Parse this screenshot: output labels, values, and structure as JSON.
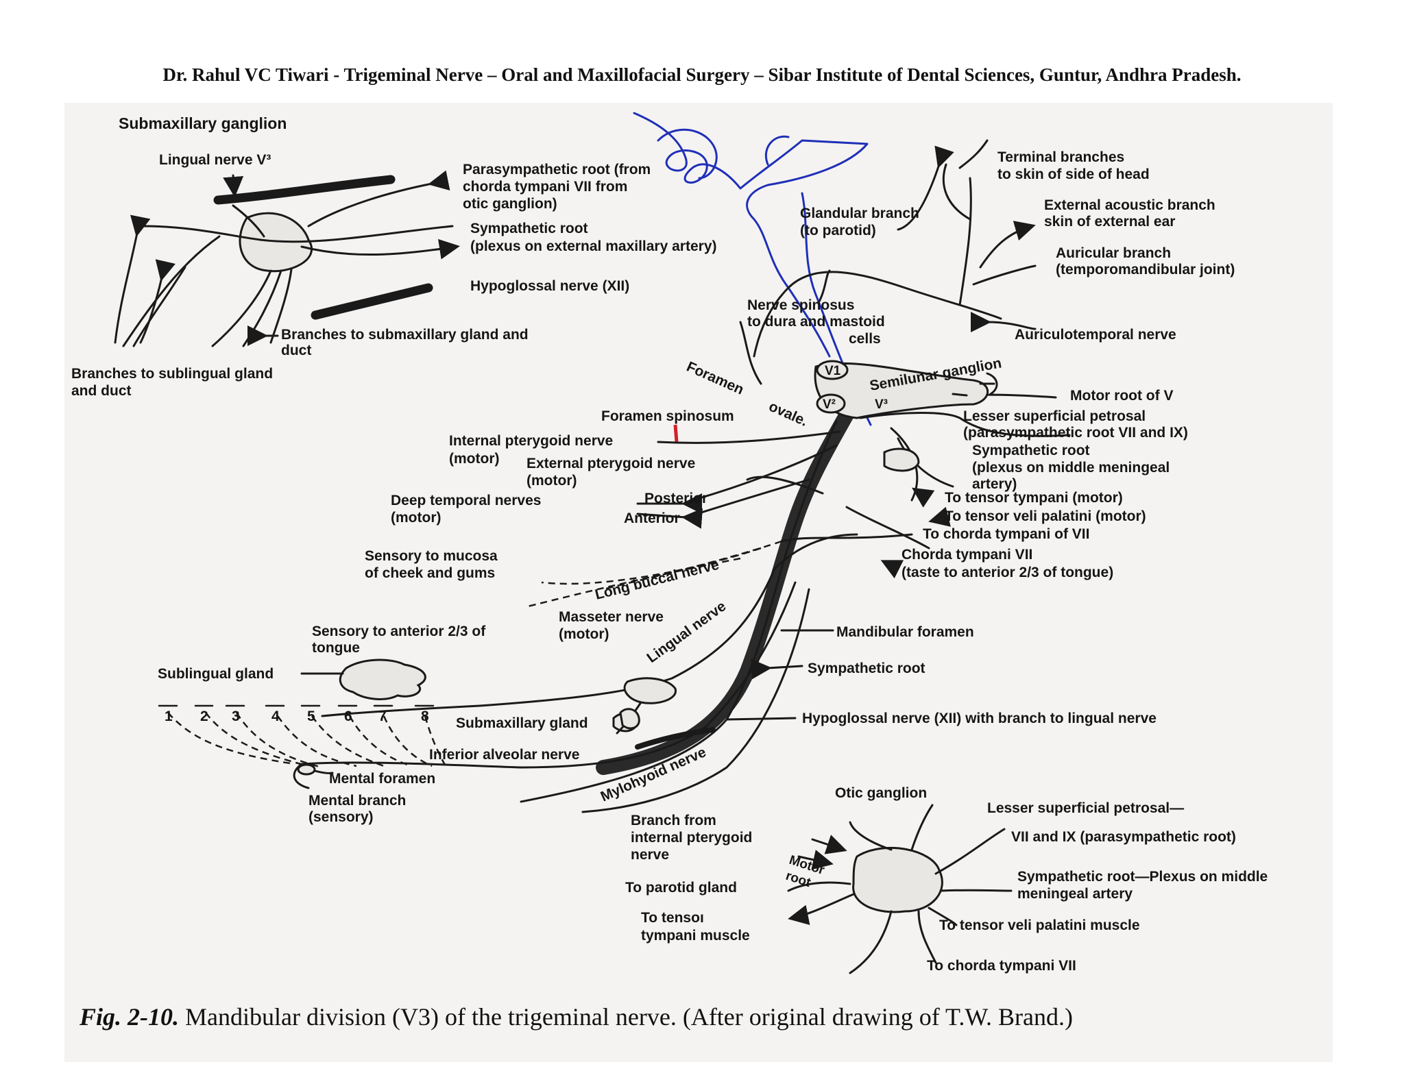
{
  "header": {
    "text": "Dr. Rahul VC Tiwari - Trigeminal Nerve – Oral and Maxillofacial Surgery – Sibar Institute of Dental Sciences, Guntur, Andhra Pradesh."
  },
  "figure": {
    "submaxillary_panel": {
      "title": "Submaxillary ganglion",
      "lingual_nerve": "Lingual nerve V³",
      "parasympathetic_root_1": "Parasympathetic root (from",
      "parasympathetic_root_2": "chorda tympani VII from",
      "parasympathetic_root_3": "otic ganglion)",
      "sympathetic_root_1": "Sympathetic root",
      "sympathetic_root_2": "(plexus on external maxillary artery)",
      "hypoglossal": "Hypoglossal nerve (XII)",
      "branches_submax_1": "Branches to submaxillary gland and",
      "branches_submax_2": "duct",
      "branches_subling_1": "Branches to sublingual gland",
      "branches_subling_2": "and duct"
    },
    "main": {
      "terminal_1": "Terminal branches",
      "terminal_2": "to skin of side of head",
      "ext_acoustic_1": "External acoustic branch",
      "ext_acoustic_2": "skin of external ear",
      "auricular_1": "Auricular branch",
      "auricular_2": "(temporomandibular joint)",
      "glandular_1": "Glandular branch",
      "glandular_2": "(to parotid)",
      "auriculotemporal": "Auriculotemporal nerve",
      "spinosus_1": "Nerve spinosus",
      "spinosus_2": "to dura and mastoid",
      "spinosus_3": "cells",
      "foramen_ovale_1": "Foramen",
      "foramen_ovale_2": "ovale.",
      "semilunar": "Semilunar ganglion",
      "v1": "V1",
      "v2": "V²",
      "v3": "V³",
      "motor_root": "Motor root of V",
      "lesser_petrosal_1": "Lesser superficial petrosal",
      "lesser_petrosal_2": "(parasympathetic root  VII and IX)",
      "sympathetic_1": "Sympathetic root",
      "sympathetic_2": "(plexus on middle meningeal",
      "sympathetic_3": "artery)",
      "tensor_tympani": "To tensor tympani (motor)",
      "tensor_veli": "To tensor veli palatini (motor)",
      "chorda_to": "To chorda tympani of VII",
      "chorda_1": "Chorda tympani VII",
      "chorda_2": "(taste to anterior 2/3 of tongue)",
      "foramen_spinosum": "Foramen spinosum",
      "int_pterygoid_1": "Internal pterygoid nerve",
      "int_pterygoid_2": "(motor)",
      "ext_pterygoid_1": "External pterygoid nerve",
      "ext_pterygoid_2": "(motor)",
      "deep_temporal_1": "Deep temporal nerves",
      "deep_temporal_2": "(motor)",
      "posterior": "Posterior",
      "anterior": "Anterior",
      "sensory_cheek_1": "Sensory to mucosa",
      "sensory_cheek_2": "of cheek and gums",
      "long_buccal": "Long buccal nerve",
      "masseter_1": "Masseter nerve",
      "masseter_2": "(motor)",
      "lingual_nerve": "Lingual nerve",
      "sensory_tongue_1": "Sensory to anterior 2/3 of",
      "sensory_tongue_2": "tongue",
      "mandibular_foramen": "Mandibular foramen",
      "sublingual_gland": "Sublingual gland",
      "sympathetic_root": "Sympathetic root",
      "teeth": [
        "1",
        "2",
        "3",
        "4",
        "5",
        "6",
        "7",
        "8"
      ],
      "submaxillary_gland": "Submaxillary gland",
      "hypoglossal_branch": "Hypoglossal nerve (XII) with branch to lingual nerve",
      "inferior_alveolar": "Inferior alveolar nerve",
      "mental_foramen": "Mental foramen",
      "mental_branch_1": "Mental branch",
      "mental_branch_2": "(sensory)",
      "mylohyoid": "Mylohyoid nerve"
    },
    "otic_panel": {
      "title": "Otic ganglion",
      "branch_from_1": "Branch from",
      "branch_from_2": "internal pterygoid",
      "branch_from_3": "nerve",
      "motor_root_1": "Motor",
      "motor_root_2": "root",
      "parotid": "To parotid gland",
      "tensor_tympani_1": "To tensoı",
      "tensor_tympani_2": "tympani muscle",
      "lesser_petrosal_1": "Lesser superficial petrosal—",
      "lesser_petrosal_2": "VII and IX (parasympathetic root)",
      "sympathetic_1": "Sympathetic root—Plexus on middle",
      "sympathetic_2": "meningeal artery",
      "tensor_veli": "To tensor veli palatini muscle",
      "chorda": "To chorda tympani VII"
    }
  },
  "caption": {
    "label": "Fig. 2-10.",
    "text": " Mandibular division (V3) of the trigeminal nerve. (After original drawing of T.W. Brand.)"
  },
  "colors": {
    "ink_annotation": "#1f2fb8",
    "red_mark": "#d2202a",
    "line_art": "#1a1a1a",
    "paper": "#f4f3f1"
  }
}
